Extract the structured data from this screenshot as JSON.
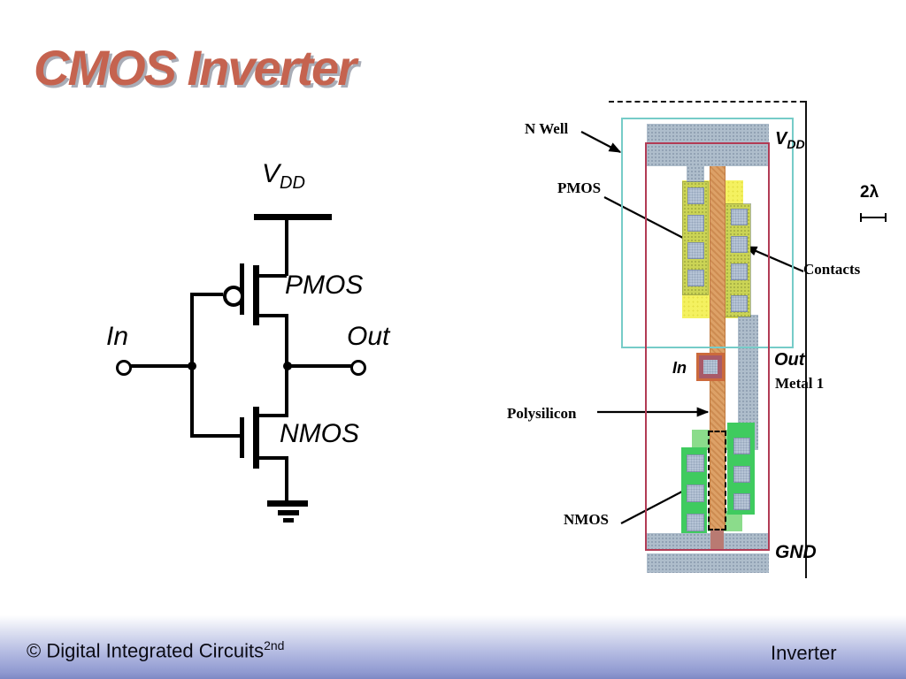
{
  "title": "CMOS Inverter",
  "colors": {
    "title": "#c5634f",
    "title_shadow": "#a9adb7",
    "nwell_border": "#76ccc8",
    "select_red": "#b23b55",
    "metal_gray": "#aebdcb",
    "pdiff_yellow": "#f4f160",
    "contact_olive": "#cbd455",
    "ndiff_green": "#3fcb5f",
    "ndiff_pale_green": "#8bdc8b",
    "poly_orange": "#dda167",
    "poly_stub": "#b97a72",
    "contact_square": "#b6c4d6",
    "footer_gradient_end": "#8f99d0"
  },
  "schematic": {
    "vdd_main": "V",
    "vdd_sub": "DD",
    "pmos": "PMOS",
    "nmos": "NMOS",
    "in": "In",
    "out": "Out"
  },
  "layout": {
    "n_well": "N Well",
    "pmos": "PMOS",
    "contacts": "Contacts",
    "in": "In",
    "out": "Out",
    "metal1": "Metal 1",
    "polysilicon": "Polysilicon",
    "nmos": "NMOS",
    "vdd_main": "V",
    "vdd_sub": "DD",
    "gnd": "GND",
    "dim": "2λ"
  },
  "footer": {
    "left_main": "© Digital Integrated Circuits",
    "left_sup": "2nd",
    "right": "Inverter"
  }
}
